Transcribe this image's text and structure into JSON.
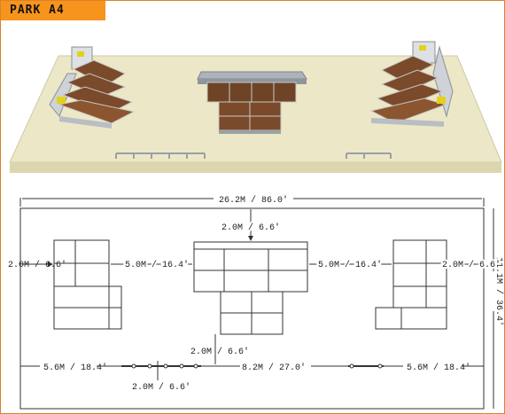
{
  "title": "PARK A4",
  "colors": {
    "accent": "#f7941d",
    "ground": "#ece7c6",
    "ramp_wood": "#7a4a2a",
    "metal": "#a7adb4",
    "line": "#333333"
  },
  "dimensions": {
    "overall_width": "26.2M / 86.0'",
    "overall_depth": "11.1M / 36.4'",
    "left_edge_gap": "2.0M / 6.6'",
    "right_edge_gap": "2.0M / 6.6'",
    "left_to_center_gap": "5.0M / 16.4'",
    "center_to_right_gap": "5.0M / 16.4'",
    "top_gap": "2.0M / 6.6'",
    "center_bottom_gap": "2.0M / 6.6'",
    "left_module_width": "5.6M / 18.4'",
    "center_width": "8.2M / 27.0'",
    "right_module_width": "5.6M / 18.4'",
    "rail_offset": "2.0M / 6.6'"
  }
}
